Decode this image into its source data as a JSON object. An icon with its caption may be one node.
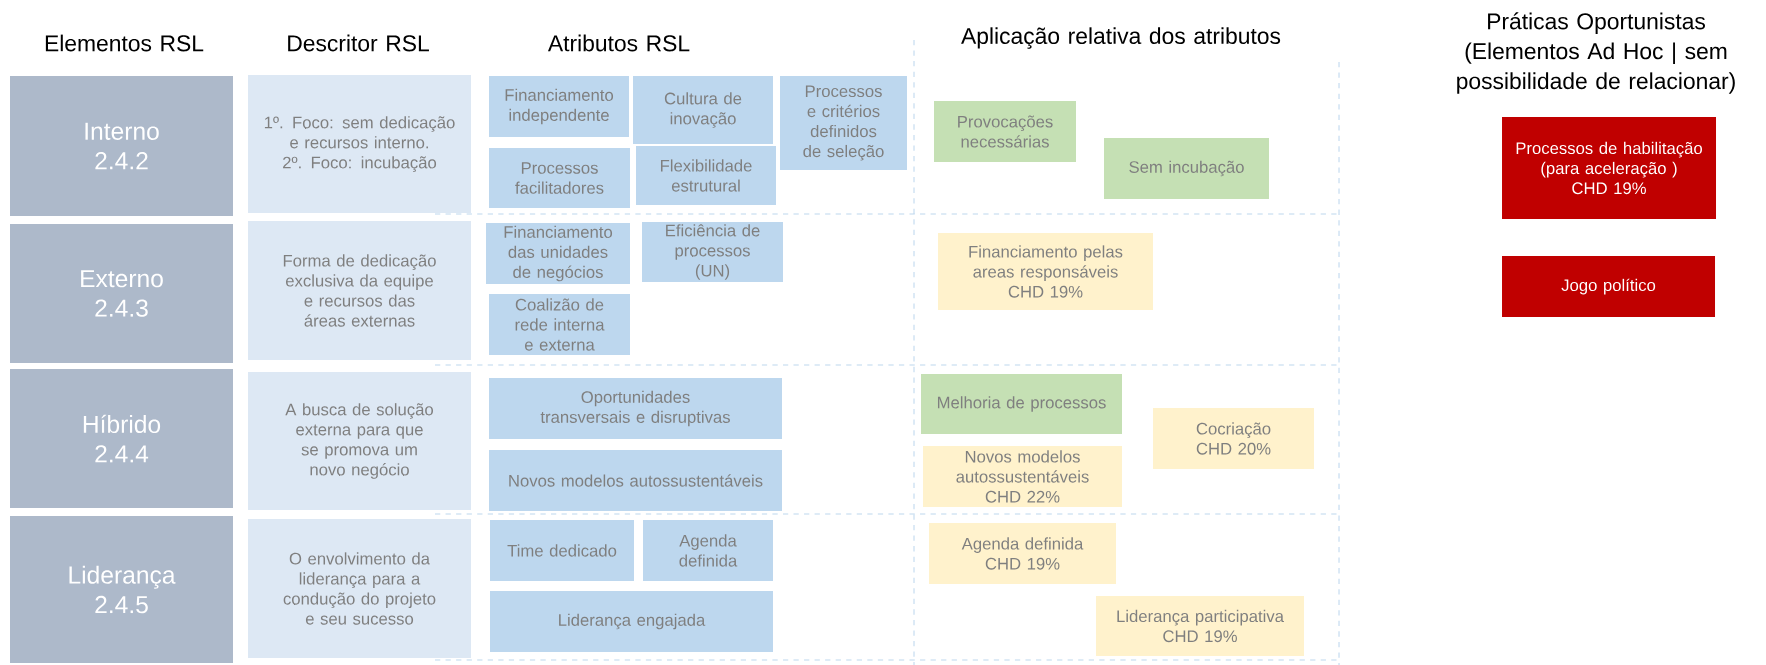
{
  "diagram": {
    "nodes": [
      {
        "text": [
          "Interno",
          "2.4.2"
        ]
      },
      {
        "text": [
          "Externo",
          "2.4.3"
        ]
      },
      {
        "text": [
          "Híbrido",
          "2.4.4"
        ]
      },
      {
        "text": [
          "Liderança",
          "2.4.5"
        ]
      },
      {
        "text": [
          "1º. Foco: sem dedicação e recursos interno. 2º. Foco: incubação"
        ]
      },
      {
        "text": [
          "Forma de dedicação exclusiva da equipe e recursos das áreas externas"
        ]
      },
      {
        "text": [
          "A busca de solução externa para que se promova um novo negócio"
        ]
      },
      {
        "text": [
          "O envolvimento da liderança para a condução do projeto e seu sucesso"
        ]
      },
      {
        "text": [
          "Financiamento independente"
        ]
      },
      {
        "text": [
          "Cultura de inovação"
        ]
      },
      {
        "text": [
          "Processos e critérios definidos de seleção"
        ]
      },
      {
        "text": [
          "Processos facilitadores"
        ]
      },
      {
        "text": [
          "Flexibilidade estrutural"
        ]
      },
      {
        "text": [
          "Financiamento das unidades de negócios"
        ]
      },
      {
        "text": [
          "Eficiência de processos (UN)"
        ]
      },
      {
        "text": [
          "Coalizão de rede interna e externa"
        ]
      },
      {
        "text": [
          "Oportunidades transversais e disruptivas"
        ]
      },
      {
        "text": [
          "Novos modelos autossustentáveis"
        ]
      },
      {
        "text": [
          "Time dedicado"
        ]
      },
      {
        "text": [
          "Agenda definida"
        ]
      },
      {
        "text": [
          "Liderança engajada"
        ]
      },
      {
        "text": [
          "Provocações necessárias"
        ]
      },
      {
        "text": [
          "Sem incubação"
        ]
      },
      {
        "text": [
          "Financiamento pelas areas responsáveis",
          "CHD 19%"
        ]
      },
      {
        "text": [
          "Melhoria de processos"
        ]
      },
      {
        "text": [
          "Cocriação",
          "CHD 20%"
        ]
      },
      {
        "text": [
          "Novos modelos autossustentáveis",
          "CHD 22%"
        ]
      },
      {
        "text": [
          "Agenda definida",
          "CHD 19%"
        ]
      },
      {
        "text": [
          "Liderança participativa",
          "CHD 19%"
        ]
      },
      {
        "text": [
          "Processos de habilitação (para aceleração )",
          "CHD 19%"
        ]
      },
      {
        "text": [
          "Jogo político"
        ]
      }
    ],
    "labels": [
      "Elementos RSL",
      "Descritor RSL",
      "Atributos RSL",
      "Aplicação relativa dos atributos",
      "Práticas Oportunistas (Elementos Ad Hoc | sem possibilidade de relacionar)"
    ]
  }
}
